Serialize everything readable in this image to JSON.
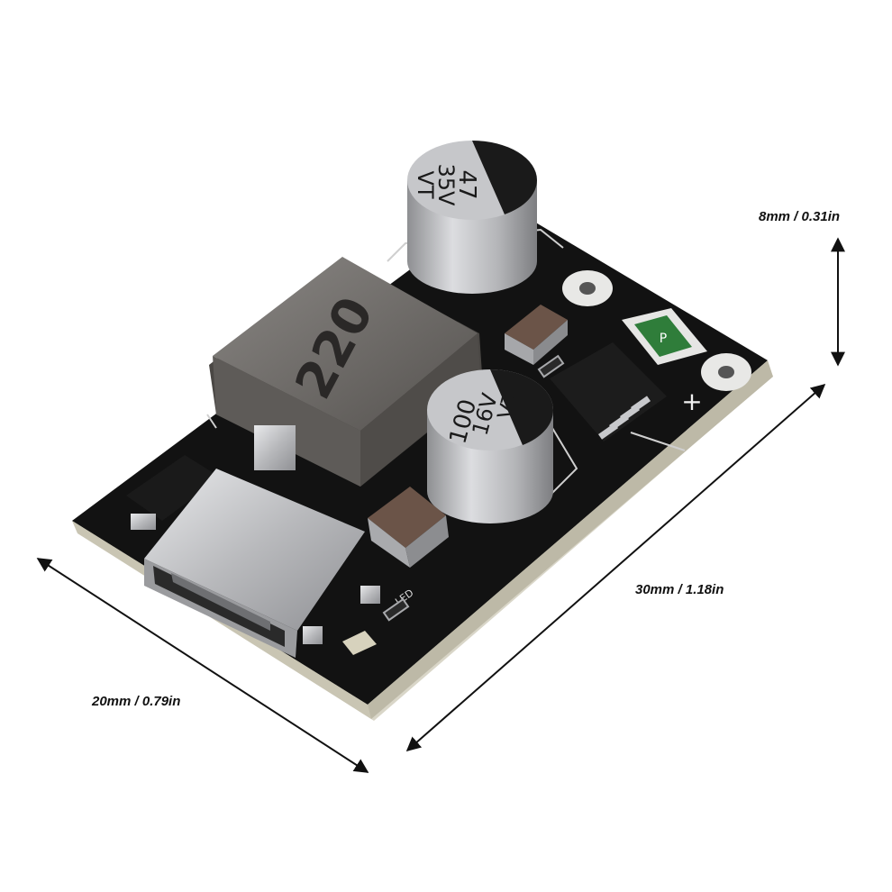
{
  "dimensions": {
    "height": "8mm / 0.31in",
    "length": "30mm / 1.18in",
    "width": "20mm / 0.79in"
  },
  "components": {
    "inductor_marking": "220",
    "cap_large_value": "47",
    "cap_large_voltage": "35V",
    "cap_large_series": "VT",
    "cap_small_value": "100",
    "cap_small_voltage": "16V",
    "cap_small_series": "VT",
    "fuse_marking": "P",
    "plus_marking": "+",
    "led_marking": "LED"
  },
  "colors": {
    "pcb": "#111111",
    "pcb_edge": "#d9d6c8",
    "inductor": "#6e6b68",
    "capacitor": "#c9cacc",
    "usb_c": "#bfc0c2",
    "arrow": "#111111"
  },
  "icons": [
    "double-arrow-icon"
  ]
}
